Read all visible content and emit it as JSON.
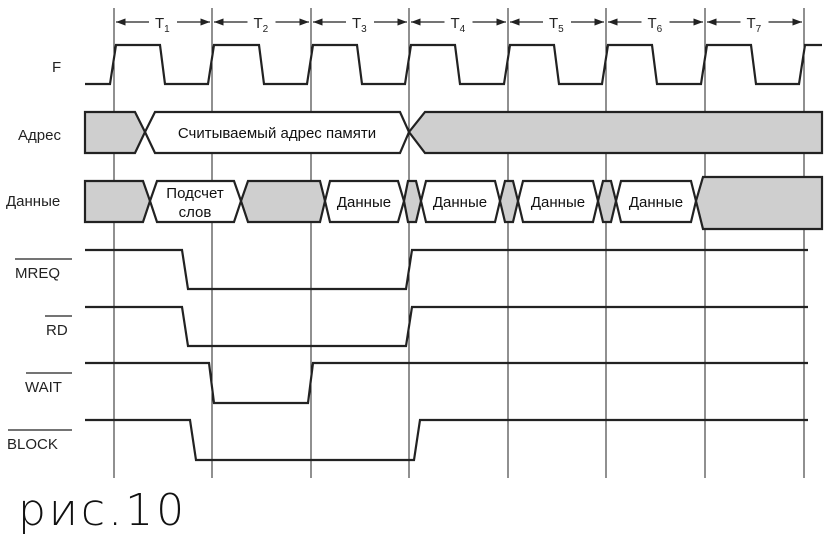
{
  "title": "Timing diagram",
  "periods": [
    {
      "base": "T",
      "sub": "1"
    },
    {
      "base": "T",
      "sub": "2"
    },
    {
      "base": "T",
      "sub": "3"
    },
    {
      "base": "T",
      "sub": "4"
    },
    {
      "base": "T",
      "sub": "5"
    },
    {
      "base": "T",
      "sub": "6"
    },
    {
      "base": "T",
      "sub": "7"
    }
  ],
  "signals": {
    "clock": "F",
    "address": "Адрес",
    "data": "Данные",
    "mreq": "MREQ",
    "rd": "RD",
    "wait": "WAIT",
    "block": "BLOCK"
  },
  "address_bus": {
    "read_address": "Считываемый адрес памяти"
  },
  "data_bus": {
    "word_count_line1": "Подсчет",
    "word_count_line2": "слов",
    "data_labels": [
      "Данные",
      "Данные",
      "Данные",
      "Данные"
    ]
  },
  "caption": "рис.10"
}
